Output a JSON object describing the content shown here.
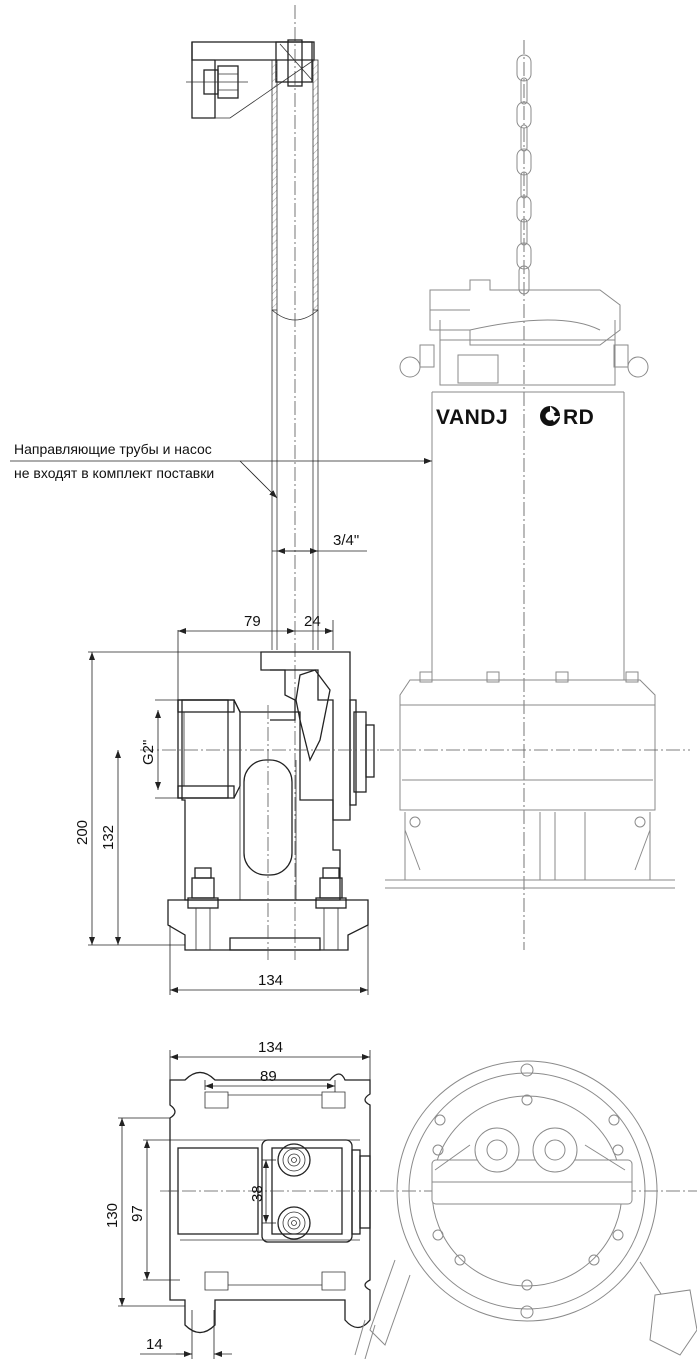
{
  "logo": {
    "text_left": "VANDJ",
    "text_right": "RD"
  },
  "note": {
    "line1": "Направляющие трубы и насос",
    "line2": "не входят в комплект поставки"
  },
  "dims": {
    "pipe": "3/4\"",
    "d79": "79",
    "d24": "24",
    "d200": "200",
    "d132": "132",
    "g2": "G2\"",
    "d134a": "134",
    "d134b": "134",
    "d89": "89",
    "d130": "130",
    "d97": "97",
    "d38": "38",
    "d14": "14"
  }
}
